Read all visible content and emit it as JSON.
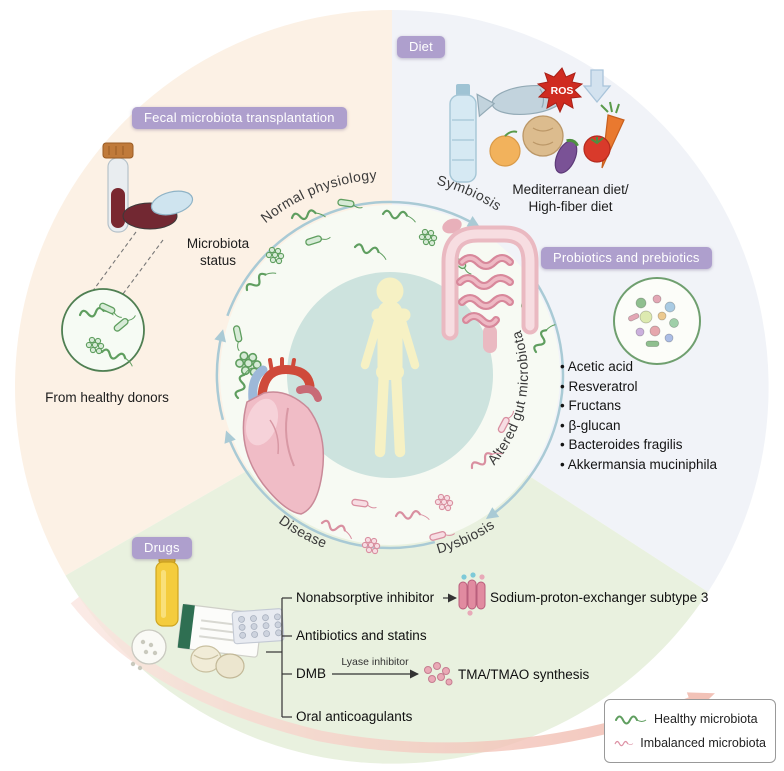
{
  "badges": {
    "diet": "Diet",
    "fecal_transplant": "Fecal microbiota transplantation",
    "probiotics": "Probiotics and prebiotics",
    "drugs": "Drugs"
  },
  "cycle": {
    "normal_physiology": "Normal physiology",
    "symbiosis": "Symbiosis",
    "altered_gut_microbiota": "Altered gut microbiota",
    "dysbiosis": "Dysbiosis",
    "disease": "Disease",
    "microbiota_status": "Microbiota status"
  },
  "diet_section": {
    "ros_label": "ROS",
    "caption_line1": "Mediterranean diet/",
    "caption_line2": "High-fiber diet"
  },
  "probiotics_section": {
    "items": [
      "Acetic acid",
      "Resveratrol",
      "Fructans",
      "β-glucan",
      "Bacteroides fragilis",
      "Akkermansia muciniphila"
    ]
  },
  "fmt_section": {
    "caption": "From healthy donors"
  },
  "drugs_section": {
    "branch1_label": "Nonabsorptive inhibitor",
    "branch1_target": "Sodium-proton-exchanger subtype 3",
    "branch2_label": "Antibiotics and statins",
    "branch3_label": "DMB",
    "branch3_arrow_label": "Lyase inhibitor",
    "bran3_note": "",
    "branch3_target": "TMA/TMAO synthesis",
    "branch4_label": "Oral anticoagulants"
  },
  "legend": {
    "healthy": "Healthy microbiota",
    "imbalanced": "Imbalanced microbiota"
  },
  "colors": {
    "badge_purple": "#ae9fcd",
    "healthy_green": "#5f9e5f",
    "imbalanced_pink": "#dd92a5",
    "ros_red": "#cf2b20",
    "cycle_blue": "#a9cad5"
  }
}
